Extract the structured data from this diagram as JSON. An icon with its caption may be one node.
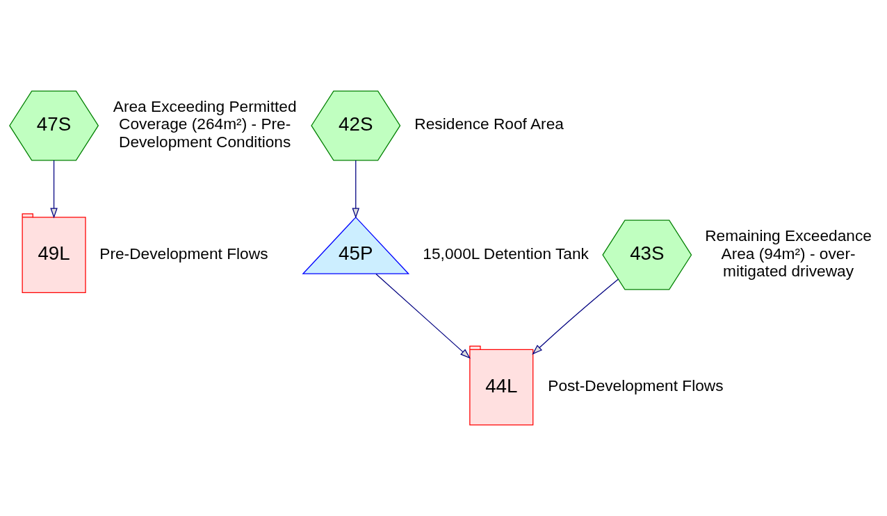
{
  "diagram": {
    "nodes": [
      {
        "text": [
          "47S"
        ],
        "beside": [
          "Area Exceeding Permitted Coverage (264m²) - Pre-Development Conditions"
        ]
      },
      {
        "text": [
          "49L"
        ],
        "beside": [
          "Pre-Development Flows"
        ]
      },
      {
        "text": [
          "42S"
        ],
        "beside": [
          "Residence Roof Area"
        ]
      },
      {
        "text": [
          "45P"
        ],
        "beside": [
          "15,000L Detention Tank"
        ]
      },
      {
        "text": [
          "43S"
        ],
        "beside": [
          "Remaining Exceedance Area (94m²) - over-mitigated driveway"
        ]
      },
      {
        "text": [
          "44L"
        ],
        "beside": [
          "Post-Development Flows"
        ]
      }
    ],
    "edges": [
      {
        "from": 0,
        "to": 1,
        "arrow": "to"
      },
      {
        "from": 2,
        "to": 3,
        "arrow": "to"
      },
      {
        "from": 3,
        "to": 5,
        "arrow": "to"
      },
      {
        "from": 4,
        "to": 5,
        "arrow": "to"
      }
    ]
  }
}
